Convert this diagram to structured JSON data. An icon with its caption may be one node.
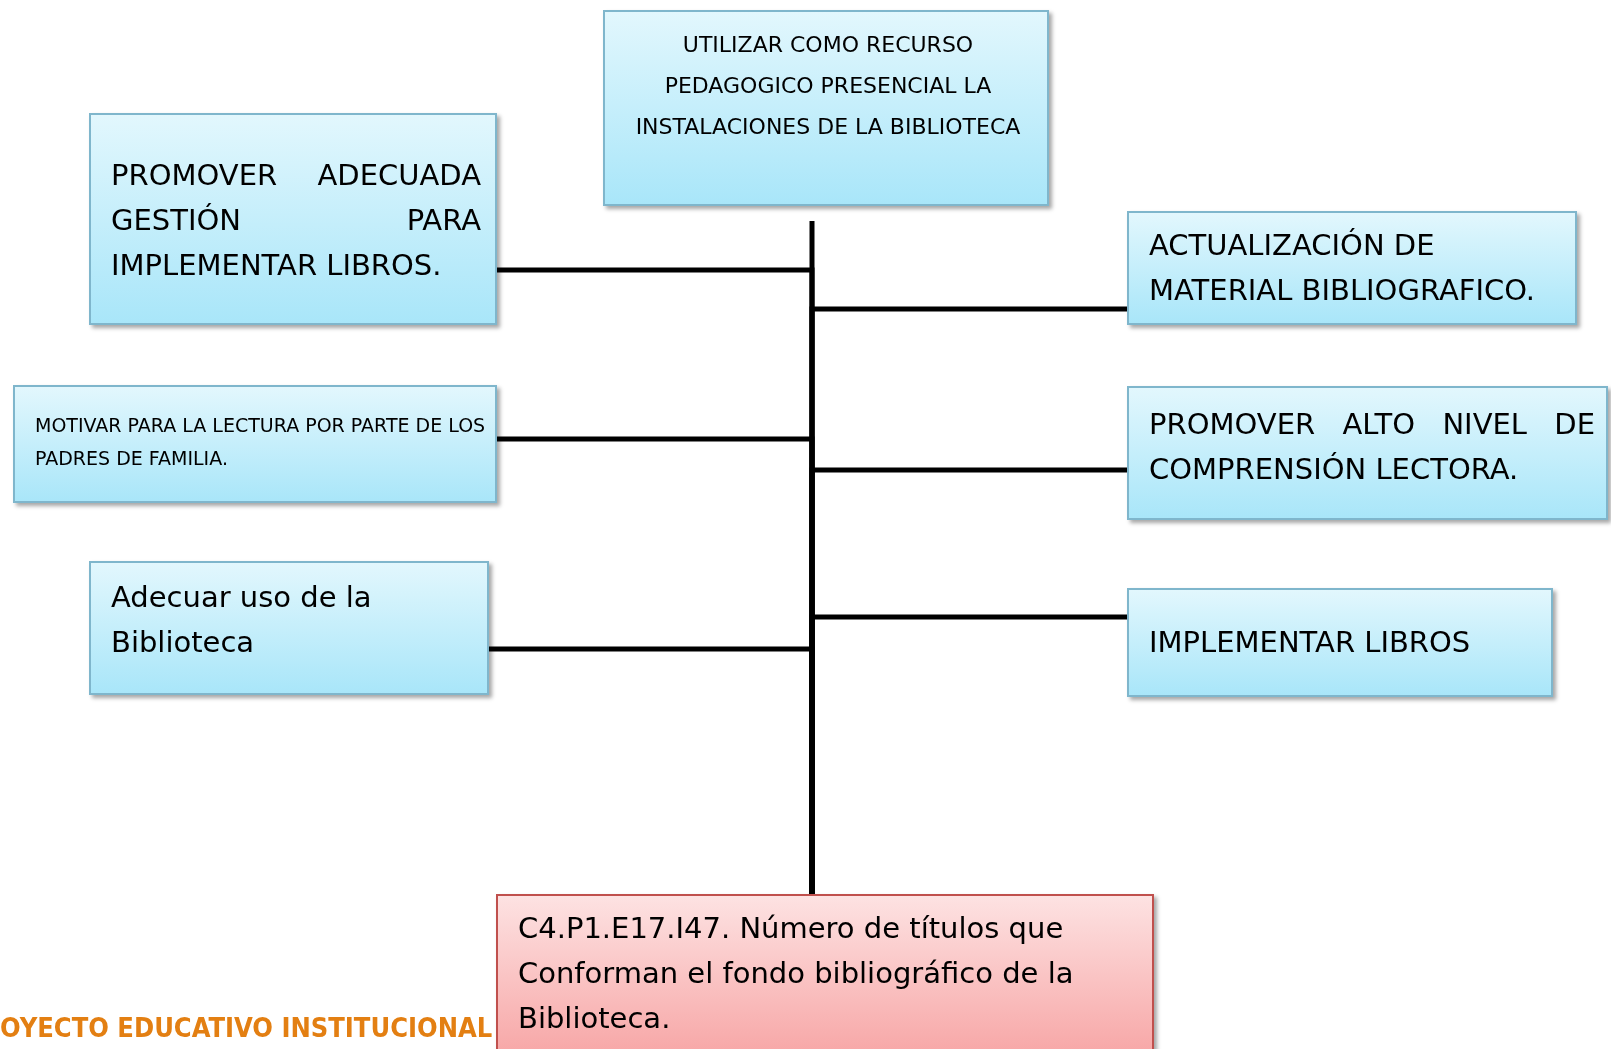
{
  "diagram": {
    "nodes": [
      {
        "text": [
          "UTILIZAR COMO RECURSO PEDAGOGICO PRESENCIAL LA INSTALACIONES DE LA BIBLIOTECA"
        ]
      },
      {
        "text": [
          "PROMOVER ADECUADA GESTIÓN PARA IMPLEMENTAR LIBROS."
        ]
      },
      {
        "text": [
          "ACTUALIZACIÓN DE MATERIAL BIBLIOGRAFICO."
        ]
      },
      {
        "text": [
          "MOTIVAR  PARA LA LECTURA POR PARTE DE LOS PADRES DE FAMILIA."
        ]
      },
      {
        "text": [
          "PROMOVER ALTO NIVEL DE COMPRENSIÓN LECTORA."
        ]
      },
      {
        "text": [
          "Adecuar uso de la Biblioteca"
        ]
      },
      {
        "text": [
          "IMPLEMENTAR LIBROS"
        ]
      },
      {
        "text": [
          "C4.P1.E17.I47. Número de títulos que Conforman el fondo bibliográfico de la Biblioteca."
        ]
      }
    ],
    "edges": [
      {
        "from": 0,
        "to": 7,
        "arrow": "none"
      },
      {
        "from": 1,
        "to": 7,
        "arrow": "none"
      },
      {
        "from": 2,
        "to": 7,
        "arrow": "none"
      },
      {
        "from": 3,
        "to": 7,
        "arrow": "none"
      },
      {
        "from": 4,
        "to": 7,
        "arrow": "none"
      },
      {
        "from": 5,
        "to": 7,
        "arrow": "none"
      },
      {
        "from": 6,
        "to": 7,
        "arrow": "none"
      }
    ],
    "labels": [
      "OYECTO EDUCATIVO INSTITUCIONAL"
    ]
  }
}
